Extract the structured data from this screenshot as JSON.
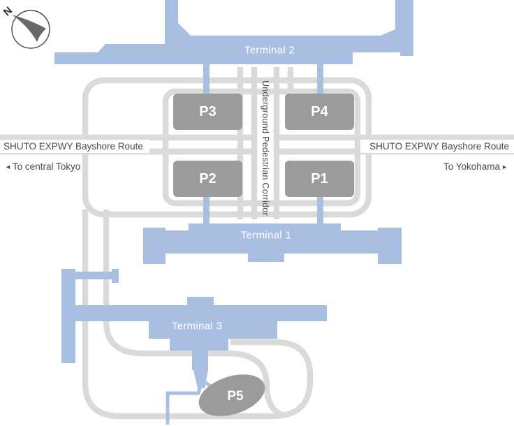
{
  "terminals": {
    "terminal2": "Terminal 2",
    "terminal1": "Terminal 1",
    "terminal3": "Terminal 3"
  },
  "parking": {
    "p1": "P1",
    "p2": "P2",
    "p3": "P3",
    "p4": "P4",
    "p5": "P5"
  },
  "expressway": {
    "left_label": "SHUTO EXPWY Bayshore Route",
    "right_label": "SHUTO EXPWY Bayshore Route",
    "to_left": "To central Tokyo",
    "to_right": "To Yokohama",
    "arrow_left": "◄",
    "arrow_right": "►"
  },
  "corridor": {
    "label": "Underground Pedestrian Corridor"
  },
  "compass": {
    "label": "N"
  },
  "colors": {
    "terminal_blue": "#a8bfe1",
    "connector_blue": "#a8c0e3",
    "parking_gray": "#9b9b9b",
    "road_gray": "#dadada",
    "text_gray": "#4a4a4a"
  }
}
